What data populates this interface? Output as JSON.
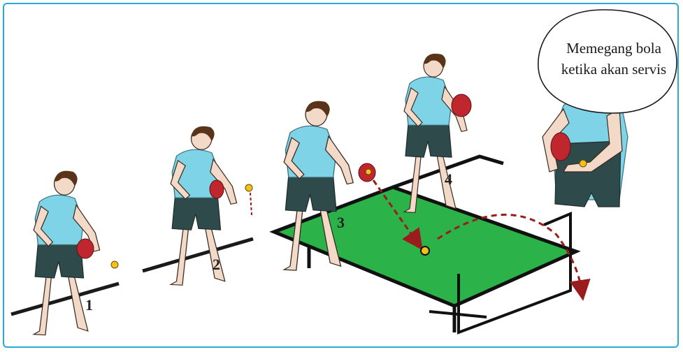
{
  "caption": {
    "line1": "Memegang bola",
    "line2": "ketika akan servis"
  },
  "steps": [
    {
      "number": "1"
    },
    {
      "number": "2"
    },
    {
      "number": "3"
    },
    {
      "number": "4"
    }
  ],
  "colors": {
    "frame": "#29a9d6",
    "shirt": "#7fd3e6",
    "shorts": "#2f4a4a",
    "hair": "#5a3418",
    "skin": "#f2d9c8",
    "paddle": "#c0262d",
    "ball": "#f2c21b",
    "table": "#2bb34a",
    "trajectory": "#9b1c1c"
  },
  "icons": [
    "player-figure",
    "paddle-icon",
    "ball-icon",
    "table-icon",
    "trajectory-arrow"
  ]
}
